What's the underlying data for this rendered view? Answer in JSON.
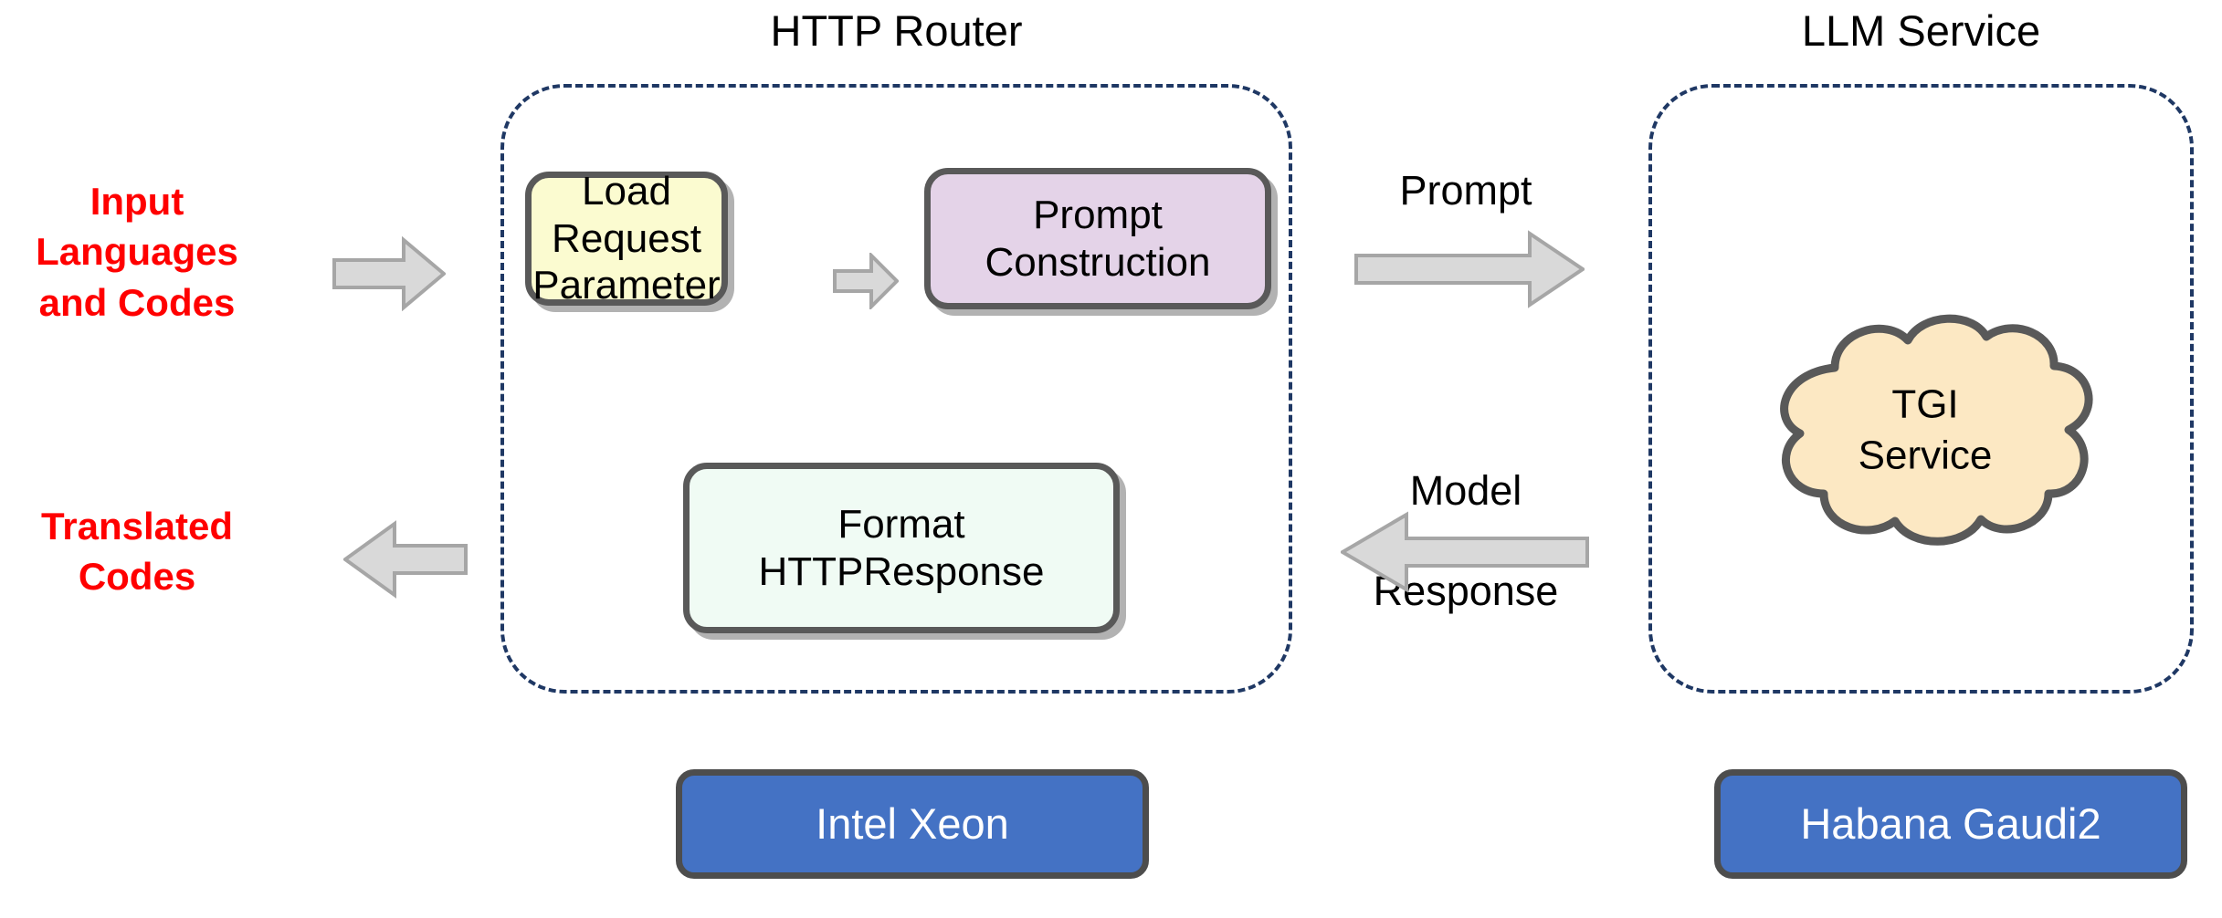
{
  "diagram": {
    "title": "HTTP Router / LLM Service architecture",
    "colors": {
      "group_border": "#1F3864",
      "box_border": "#595959",
      "yellow_fill": "#FBFBD0",
      "purple_fill": "#E4D3E8",
      "mint_fill": "#F0FBF4",
      "cloud_fill": "#FCE8C3",
      "hardware_fill": "#4472C4",
      "arrow_fill": "#D9D9D9",
      "arrow_border": "#A6A6A6",
      "caption_red": "#FF0000"
    }
  },
  "groups": {
    "http_router": {
      "title": "HTTP Router"
    },
    "llm_service": {
      "title": "LLM Service"
    }
  },
  "nodes": {
    "load_request_parameter": {
      "line1": "Load",
      "line2": "Request",
      "line3": "Parameter"
    },
    "prompt_construction": {
      "line1": "Prompt",
      "line2": "Construction"
    },
    "format_http_response": {
      "line1": "Format",
      "line2": "HTTPResponse"
    },
    "tgi_service": {
      "line1": "TGI",
      "line2": "Service"
    }
  },
  "hardware": {
    "cpu": {
      "label": "Intel Xeon"
    },
    "accelerator": {
      "label": "Habana Gaudi2"
    }
  },
  "captions": {
    "input": {
      "line1": "Input",
      "line2": "Languages",
      "line3": "and Codes"
    },
    "output": {
      "line1": "Translated",
      "line2": "Codes"
    }
  },
  "edges": {
    "prompt": {
      "label": "Prompt"
    },
    "model_response": {
      "line1": "Model",
      "line2": "Response"
    }
  },
  "icons": {
    "arrow_input": "arrow-right-icon",
    "arrow_internal": "arrow-right-icon",
    "arrow_prompt": "arrow-right-icon",
    "arrow_model_response": "arrow-left-icon",
    "arrow_output": "arrow-left-icon",
    "cloud": "cloud-icon"
  }
}
